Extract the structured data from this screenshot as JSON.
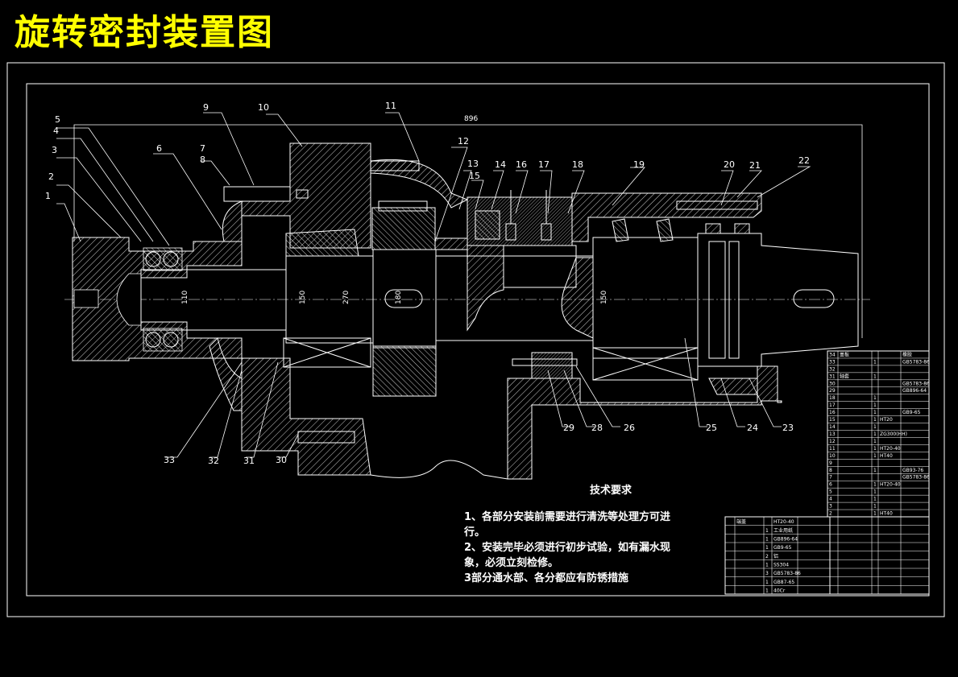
{
  "title": "旋转密封装置图",
  "drawing": {
    "overall_dimension": "896",
    "shaft_dims": [
      "110",
      "150",
      "270",
      "180",
      "150"
    ],
    "part_labels": [
      "1",
      "2",
      "3",
      "4",
      "5",
      "6",
      "7",
      "8",
      "9",
      "10",
      "11",
      "12",
      "13",
      "14",
      "15",
      "16",
      "17",
      "18",
      "19",
      "20",
      "21",
      "22",
      "23",
      "24",
      "25",
      "26",
      "28",
      "29",
      "30",
      "31",
      "32",
      "33"
    ]
  },
  "tech": {
    "heading": "技术要求",
    "lines": [
      "1、各部分安装前需要进行清洗等处理方可进",
      "行。",
      "2、安装完毕必须进行初步试验，如有漏水现",
      "象，必须立刻检修。",
      "3部分通水部、各分都应有防锈措施"
    ]
  },
  "parts_table": {
    "rows": [
      {
        "no": "34",
        "name": "盖板",
        "code": "",
        "mat": "",
        "std": "橡胶"
      },
      {
        "no": "33",
        "name": "",
        "code": "1",
        "mat": "",
        "std": "GB5783-86"
      },
      {
        "no": "32",
        "name": "",
        "code": "",
        "mat": "",
        "std": ""
      },
      {
        "no": "31",
        "name": "轴套",
        "code": "1",
        "mat": "",
        "std": ""
      },
      {
        "no": "30",
        "name": "",
        "code": "",
        "mat": "",
        "std": "GB5783-86"
      },
      {
        "no": "29",
        "name": "",
        "code": "",
        "mat": "",
        "std": "GB896-64"
      },
      {
        "no": "18",
        "name": "",
        "code": "1",
        "mat": "",
        "std": ""
      },
      {
        "no": "17",
        "name": "",
        "code": "1",
        "mat": "",
        "std": ""
      },
      {
        "no": "16",
        "name": "",
        "code": "1",
        "mat": "",
        "std": "GB9-65"
      },
      {
        "no": "15",
        "name": "",
        "code": "1",
        "mat": "HT20",
        "std": ""
      },
      {
        "no": "14",
        "name": "",
        "code": "1",
        "mat": "",
        "std": ""
      },
      {
        "no": "13",
        "name": "",
        "code": "1",
        "mat": "ZG300(HH)",
        "std": ""
      },
      {
        "no": "12",
        "name": "",
        "code": "1",
        "mat": "",
        "std": ""
      },
      {
        "no": "11",
        "name": "",
        "code": "1",
        "mat": "HT20-40",
        "std": ""
      },
      {
        "no": "10",
        "name": "",
        "code": "1",
        "mat": "HT40",
        "std": ""
      },
      {
        "no": "9",
        "name": "",
        "code": "",
        "mat": "",
        "std": ""
      },
      {
        "no": "8",
        "name": "",
        "code": "1",
        "mat": "",
        "std": "GB93-76"
      },
      {
        "no": "7",
        "name": "",
        "code": "",
        "mat": "",
        "std": "GB5783-86"
      },
      {
        "no": "6",
        "name": "",
        "code": "1",
        "mat": "HT20-40",
        "std": ""
      },
      {
        "no": "5",
        "name": "",
        "code": "1",
        "mat": "",
        "std": ""
      },
      {
        "no": "4",
        "name": "",
        "code": "1",
        "mat": "",
        "std": ""
      },
      {
        "no": "3",
        "name": "",
        "code": "1",
        "mat": "",
        "std": ""
      },
      {
        "no": "2",
        "name": "",
        "code": "1",
        "mat": "HT40",
        "std": ""
      }
    ],
    "left_rows": [
      {
        "no": "",
        "name": "端盖",
        "qty": "",
        "mat": "HT20-40"
      },
      {
        "no": "",
        "name": "",
        "qty": "1",
        "mat": "工业用纸"
      },
      {
        "no": "",
        "name": "",
        "qty": "1",
        "mat": "GB896-64"
      },
      {
        "no": "",
        "name": "",
        "qty": "1",
        "mat": "GB9-65"
      },
      {
        "no": "",
        "name": "",
        "qty": "2",
        "mat": "铝"
      },
      {
        "no": "",
        "name": "",
        "qty": "1",
        "mat": "SS304"
      },
      {
        "no": "",
        "name": "",
        "qty": "3",
        "mat": "GB5783-86"
      },
      {
        "no": "",
        "name": "",
        "qty": "1",
        "mat": "GB87-65"
      },
      {
        "no": "",
        "name": "",
        "qty": "1",
        "mat": "40Cr"
      }
    ]
  }
}
